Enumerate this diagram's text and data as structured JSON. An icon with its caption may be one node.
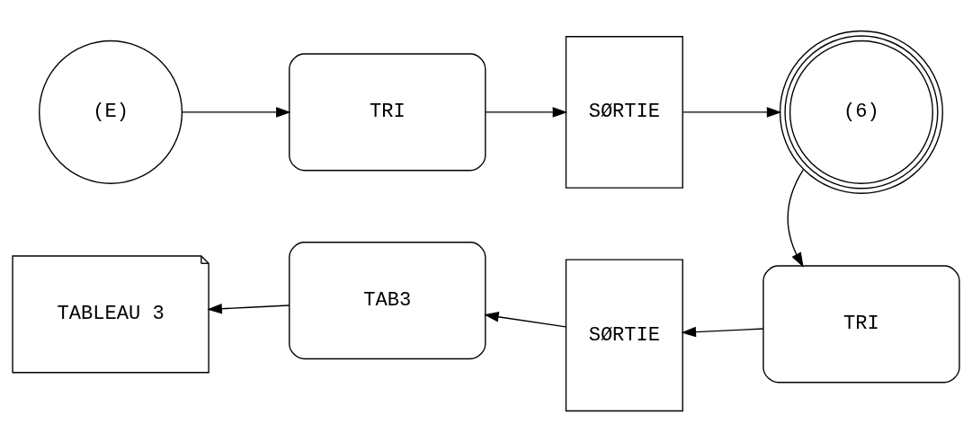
{
  "diagram": {
    "nodes": [
      {
        "text": [
          "(E)"
        ]
      },
      {
        "text": [
          "TRI"
        ]
      },
      {
        "text": [
          "SØRTIE"
        ]
      },
      {
        "text": [
          "(6)"
        ]
      },
      {
        "text": [
          "TRI"
        ]
      },
      {
        "text": [
          "SØRTIE"
        ]
      },
      {
        "text": [
          "TAB3"
        ]
      },
      {
        "text": [
          "TABLEAU 3"
        ]
      }
    ],
    "edges": [
      {
        "from": 0,
        "to": 1,
        "arrow": "to"
      },
      {
        "from": 1,
        "to": 2,
        "arrow": "to"
      },
      {
        "from": 2,
        "to": 3,
        "arrow": "to"
      },
      {
        "from": 3,
        "to": 4,
        "arrow": "to"
      },
      {
        "from": 4,
        "to": 5,
        "arrow": "to"
      },
      {
        "from": 5,
        "to": 6,
        "arrow": "to"
      },
      {
        "from": 6,
        "to": 7,
        "arrow": "to"
      }
    ]
  }
}
